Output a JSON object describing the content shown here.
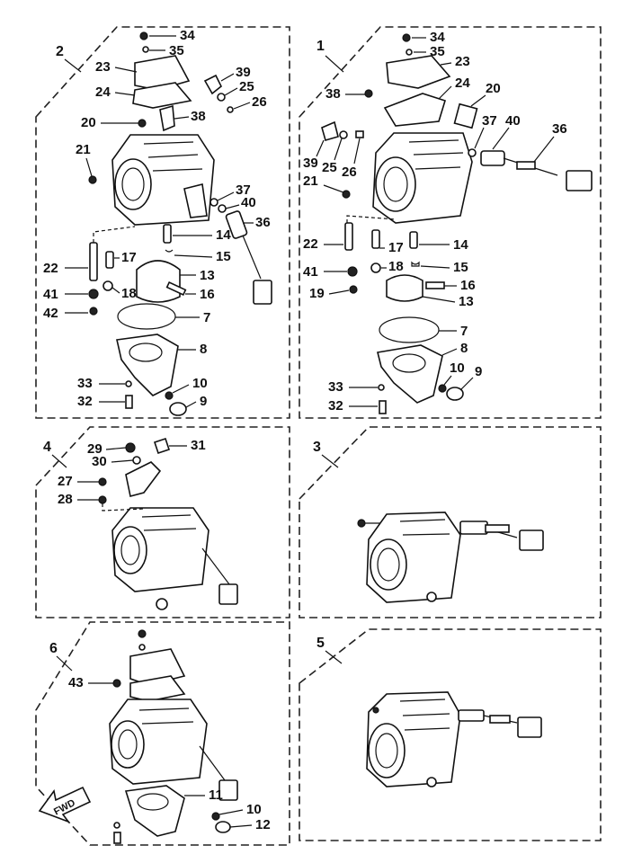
{
  "panels": [
    {
      "id": "1",
      "parts": [
        "34",
        "35",
        "23",
        "24",
        "38",
        "20",
        "37",
        "40",
        "36",
        "39",
        "25",
        "26",
        "21",
        "22",
        "17",
        "14",
        "15",
        "41",
        "18",
        "16",
        "19",
        "13",
        "7",
        "8",
        "33",
        "10",
        "9",
        "32"
      ]
    },
    {
      "id": "2",
      "parts": [
        "34",
        "35",
        "23",
        "24",
        "39",
        "25",
        "26",
        "20",
        "38",
        "21",
        "37",
        "40",
        "36",
        "14",
        "22",
        "17",
        "15",
        "13",
        "41",
        "18",
        "16",
        "42",
        "7",
        "8",
        "33",
        "10",
        "32",
        "9"
      ]
    },
    {
      "id": "3",
      "parts": []
    },
    {
      "id": "4",
      "parts": [
        "29",
        "31",
        "30",
        "27",
        "28"
      ]
    },
    {
      "id": "5",
      "parts": []
    },
    {
      "id": "6",
      "parts": [
        "43",
        "11",
        "10",
        "12"
      ]
    }
  ],
  "fwd_label": "FWD",
  "colors": {
    "ink": "#111111",
    "paper": "#ffffff"
  }
}
